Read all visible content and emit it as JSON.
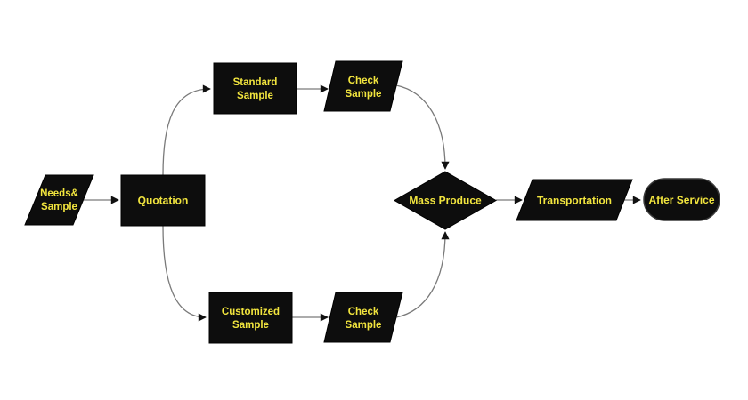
{
  "diagram": {
    "type": "flowchart",
    "colors": {
      "background": "#ffffff",
      "node_fill": "#0d0d0d",
      "label": "#f2e53e",
      "edge": "#7a7a7a",
      "arrowhead": "#111111"
    },
    "nodes": [
      {
        "id": "needs-sample",
        "shape": "parallelogram",
        "lines": [
          "Needs&",
          "Sample"
        ]
      },
      {
        "id": "quotation",
        "shape": "rectangle",
        "lines": [
          "Quotation"
        ]
      },
      {
        "id": "standard-sample",
        "shape": "rectangle",
        "lines": [
          "Standard",
          "Sample"
        ]
      },
      {
        "id": "check-sample-standard",
        "shape": "parallelogram",
        "lines": [
          "Check",
          "Sample"
        ]
      },
      {
        "id": "customized-sample",
        "shape": "rectangle",
        "lines": [
          "Customized",
          "Sample"
        ]
      },
      {
        "id": "check-sample-customized",
        "shape": "parallelogram",
        "lines": [
          "Check",
          "Sample"
        ]
      },
      {
        "id": "mass-produce",
        "shape": "diamond",
        "lines": [
          "Mass Produce"
        ]
      },
      {
        "id": "transportation",
        "shape": "parallelogram",
        "lines": [
          "Transportation"
        ]
      },
      {
        "id": "after-service",
        "shape": "terminator",
        "lines": [
          "After Service"
        ]
      }
    ],
    "edges": [
      {
        "from": "needs-sample",
        "to": "quotation"
      },
      {
        "from": "quotation",
        "to": "standard-sample"
      },
      {
        "from": "quotation",
        "to": "customized-sample"
      },
      {
        "from": "standard-sample",
        "to": "check-sample-standard"
      },
      {
        "from": "customized-sample",
        "to": "check-sample-customized"
      },
      {
        "from": "check-sample-standard",
        "to": "mass-produce"
      },
      {
        "from": "check-sample-customized",
        "to": "mass-produce"
      },
      {
        "from": "mass-produce",
        "to": "transportation"
      },
      {
        "from": "transportation",
        "to": "after-service"
      }
    ]
  }
}
